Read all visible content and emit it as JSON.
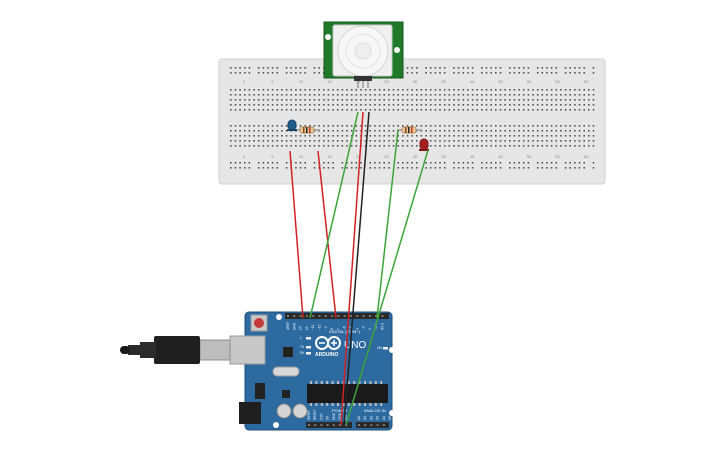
{
  "board": {
    "brand": "ARDUINO",
    "model": "UNO",
    "digital_label": "DIGITAL (PWM~)",
    "power_label": "POWER",
    "analog_label": "ANALOG IN",
    "top_pin_labels": [
      "AREF",
      "GND",
      "13",
      "12",
      "~11",
      "~10",
      "~9",
      "8",
      "7",
      "~6",
      "~5",
      "4",
      "~3",
      "2",
      "TX 1",
      "RX 0"
    ],
    "power_pin_labels": [
      "IOREF",
      "RESET",
      "3.3V",
      "5V",
      "GND",
      "GND",
      "Vin"
    ],
    "analog_pin_labels": [
      "A0",
      "A1",
      "A2",
      "A3",
      "A4",
      "A5"
    ],
    "led_labels": [
      "L",
      "TX",
      "RX",
      "ON"
    ]
  },
  "breadboard": {
    "column_numbers": [
      "1",
      "5",
      "10",
      "15",
      "20",
      "25",
      "30",
      "35",
      "40",
      "45",
      "50",
      "55",
      "60"
    ]
  },
  "colors": {
    "breadboard": "#e6e6e6",
    "arduino": "#2c6aa0",
    "pir_pcb": "#1f7a2a",
    "wire_red": "#d32222",
    "wire_green": "#3aa53a",
    "wire_black": "#222222",
    "led_blue": "#1f5c8a",
    "led_red": "#a42020"
  }
}
